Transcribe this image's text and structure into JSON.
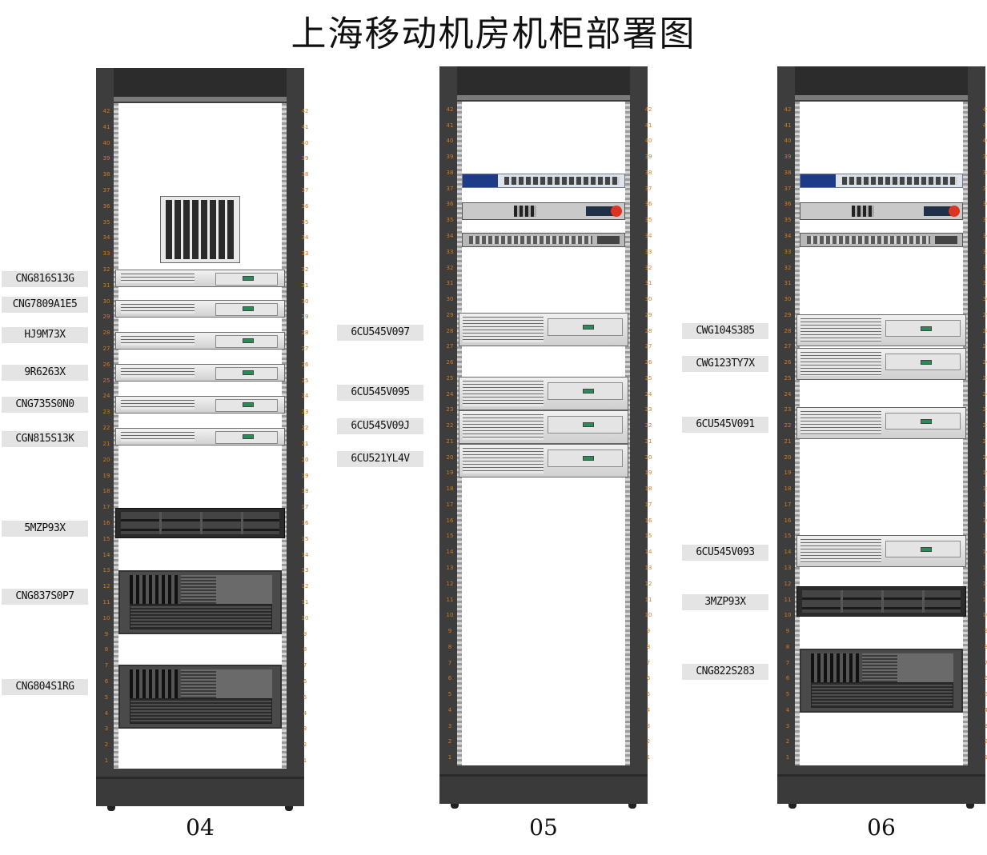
{
  "title": "上海移动机房机柜部署图",
  "racks": [
    {
      "label": "04",
      "tags": [
        "CNG816S13G",
        "CNG7809A1E5",
        "HJ9M73X",
        "9R6263X",
        "CNG735S0N0",
        "CGN815S13K",
        "5MZP93X",
        "CNG837S0P7",
        "CNG804S1RG"
      ]
    },
    {
      "label": "05",
      "tags": [
        "6CU545V097",
        "6CU545V095",
        "6CU545V09J",
        "6CU521YL4V"
      ]
    },
    {
      "label": "06",
      "tags": [
        "CWG104S385",
        "CWG123TY7X",
        "6CU545V091",
        "6CU545V093",
        "3MZP93X",
        "CNG822S283"
      ]
    }
  ],
  "unit_numbers": [
    "42",
    "41",
    "40",
    "39",
    "38",
    "37",
    "36",
    "35",
    "34",
    "33",
    "32",
    "31",
    "30",
    "29",
    "28",
    "27",
    "26",
    "25",
    "24",
    "23",
    "22",
    "21",
    "20",
    "19",
    "18",
    "17",
    "16",
    "15",
    "14",
    "13",
    "12",
    "11",
    "10",
    "9",
    "8",
    "7",
    "6",
    "5",
    "4",
    "3",
    "2",
    "1"
  ],
  "colors": {
    "rack": "#3d3d3d",
    "unit_number": "#d47a1e",
    "tag_bg": "#e4e4e4"
  }
}
